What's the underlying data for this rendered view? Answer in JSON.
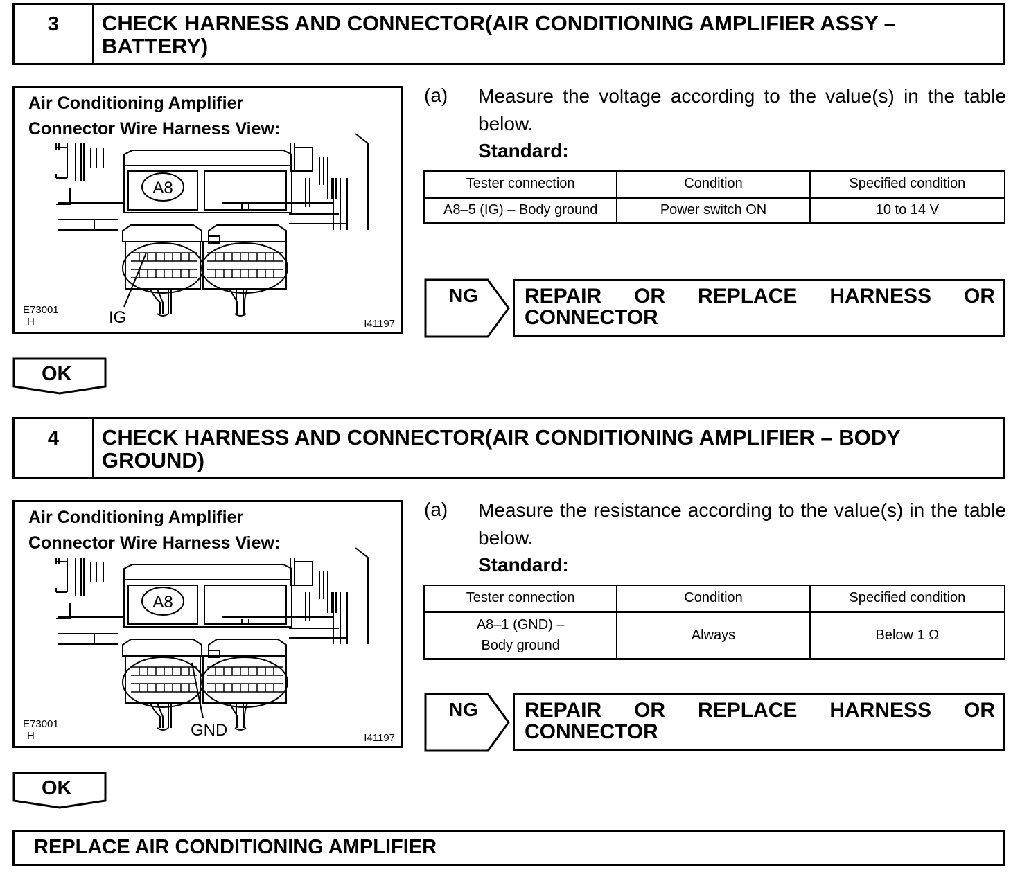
{
  "step3": {
    "number": "3",
    "title": "CHECK HARNESS AND CONNECTOR(AIR CONDITIONING AMPLIFIER ASSY – BATTERY)",
    "figure": {
      "title_line1": "Air Conditioning Amplifier",
      "title_line2": "Connector Wire Harness View:",
      "connector_label": "A8",
      "pin_label": "IG",
      "code_left_line1": "E73001",
      "code_left_line2": "H",
      "code_right": "I41197"
    },
    "instruction": {
      "label": "(a)",
      "text": "Measure the voltage according to the value(s) in the table below.",
      "standard_label": "Standard:"
    },
    "table": {
      "headers": [
        "Tester connection",
        "Condition",
        "Specified condition"
      ],
      "rows": [
        [
          "A8–5 (IG) – Body ground",
          "Power switch ON",
          "10 to 14 V"
        ]
      ]
    },
    "ng": {
      "label": "NG",
      "action": "REPAIR OR REPLACE HARNESS OR CONNECTOR"
    },
    "ok_label": "OK"
  },
  "step4": {
    "number": "4",
    "title": "CHECK HARNESS AND CONNECTOR(AIR CONDITIONING AMPLIFIER – BODY GROUND)",
    "figure": {
      "title_line1": "Air Conditioning Amplifier",
      "title_line2": "Connector Wire Harness View:",
      "connector_label": "A8",
      "pin_label": "GND",
      "code_left_line1": "E73001",
      "code_left_line2": "H",
      "code_right": "I41197"
    },
    "instruction": {
      "label": "(a)",
      "text": "Measure the resistance according to the value(s) in the table below.",
      "standard_label": "Standard:"
    },
    "table": {
      "headers": [
        "Tester connection",
        "Condition",
        "Specified condition"
      ],
      "rows": [
        {
          "tester_line1": "A8–1 (GND) –",
          "tester_line2": "Body ground",
          "condition": "Always",
          "specified": "Below 1 Ω"
        }
      ]
    },
    "ng": {
      "label": "NG",
      "action": "REPAIR OR REPLACE HARNESS OR CONNECTOR"
    },
    "ok_label": "OK"
  },
  "final": {
    "text": "REPLACE AIR CONDITIONING AMPLIFIER"
  }
}
